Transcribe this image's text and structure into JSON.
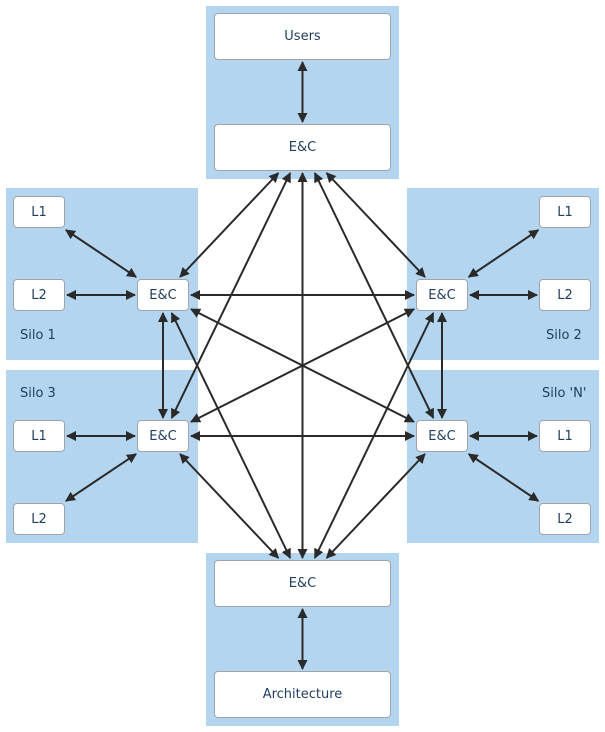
{
  "nodes": {
    "users": "Users",
    "ec_top": "E&C",
    "ec_s1": "E&C",
    "ec_s2": "E&C",
    "ec_s3": "E&C",
    "ec_sn": "E&C",
    "ec_bottom": "E&C",
    "architecture": "Architecture",
    "s1_l1": "L1",
    "s1_l2": "L2",
    "s2_l1": "L1",
    "s2_l2": "L2",
    "s3_l1": "L1",
    "s3_l2": "L2",
    "sn_l1": "L1",
    "sn_l2": "L2"
  },
  "silos": {
    "silo1": "Silo 1",
    "silo2": "Silo 2",
    "silo3": "Silo 3",
    "siloN": "Silo 'N'"
  },
  "edges": [
    [
      "users",
      "ec_top"
    ],
    [
      "ec_bottom",
      "architecture"
    ],
    [
      "s1_l1",
      "ec_s1"
    ],
    [
      "s1_l2",
      "ec_s1"
    ],
    [
      "s2_l1",
      "ec_s2"
    ],
    [
      "s2_l2",
      "ec_s2"
    ],
    [
      "s3_l1",
      "ec_s3"
    ],
    [
      "s3_l2",
      "ec_s3"
    ],
    [
      "sn_l1",
      "ec_sn"
    ],
    [
      "sn_l2",
      "ec_sn"
    ],
    [
      "ec_s1",
      "ec_s2"
    ],
    [
      "ec_s3",
      "ec_sn"
    ],
    [
      "ec_s1",
      "ec_s3"
    ],
    [
      "ec_s2",
      "ec_sn"
    ],
    [
      "ec_s1",
      "ec_sn"
    ],
    [
      "ec_s2",
      "ec_s3"
    ],
    [
      "ec_top",
      "ec_s1"
    ],
    [
      "ec_top",
      "ec_s2"
    ],
    [
      "ec_top",
      "ec_s3"
    ],
    [
      "ec_top",
      "ec_sn"
    ],
    [
      "ec_top",
      "ec_bottom"
    ],
    [
      "ec_bottom",
      "ec_s1"
    ],
    [
      "ec_bottom",
      "ec_s2"
    ],
    [
      "ec_bottom",
      "ec_s3"
    ],
    [
      "ec_bottom",
      "ec_sn"
    ]
  ],
  "colors": {
    "panel": "#b3d5ef",
    "node_border": "#9fa4aa",
    "text": "#1f3d5c",
    "arrow": "#2a2a2a"
  }
}
